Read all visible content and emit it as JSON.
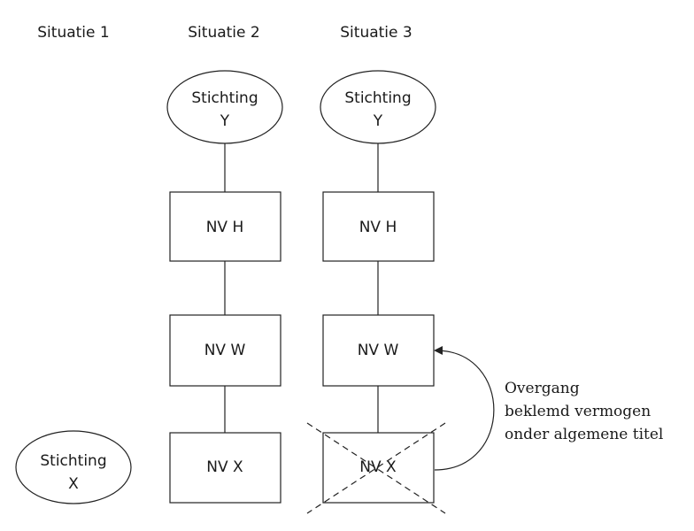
{
  "columns": [
    {
      "title": "Situatie 1"
    },
    {
      "title": "Situatie 2"
    },
    {
      "title": "Situatie 3"
    }
  ],
  "nodes": {
    "s1_stichting_x": {
      "line1": "Stichting",
      "line2": "X"
    },
    "s2_stichting_y": {
      "line1": "Stichting",
      "line2": "Y"
    },
    "s2_nv_h": {
      "label": "NV H"
    },
    "s2_nv_w": {
      "label": "NV W"
    },
    "s2_nv_x": {
      "label": "NV X"
    },
    "s3_stichting_y": {
      "line1": "Stichting",
      "line2": "Y"
    },
    "s3_nv_h": {
      "label": "NV H"
    },
    "s3_nv_w": {
      "label": "NV W"
    },
    "s3_nv_x": {
      "label": "NV X",
      "crossed_out": true
    }
  },
  "annotation": {
    "lines": [
      "Overgang",
      "beklemd vermogen",
      "onder algemene titel"
    ]
  }
}
